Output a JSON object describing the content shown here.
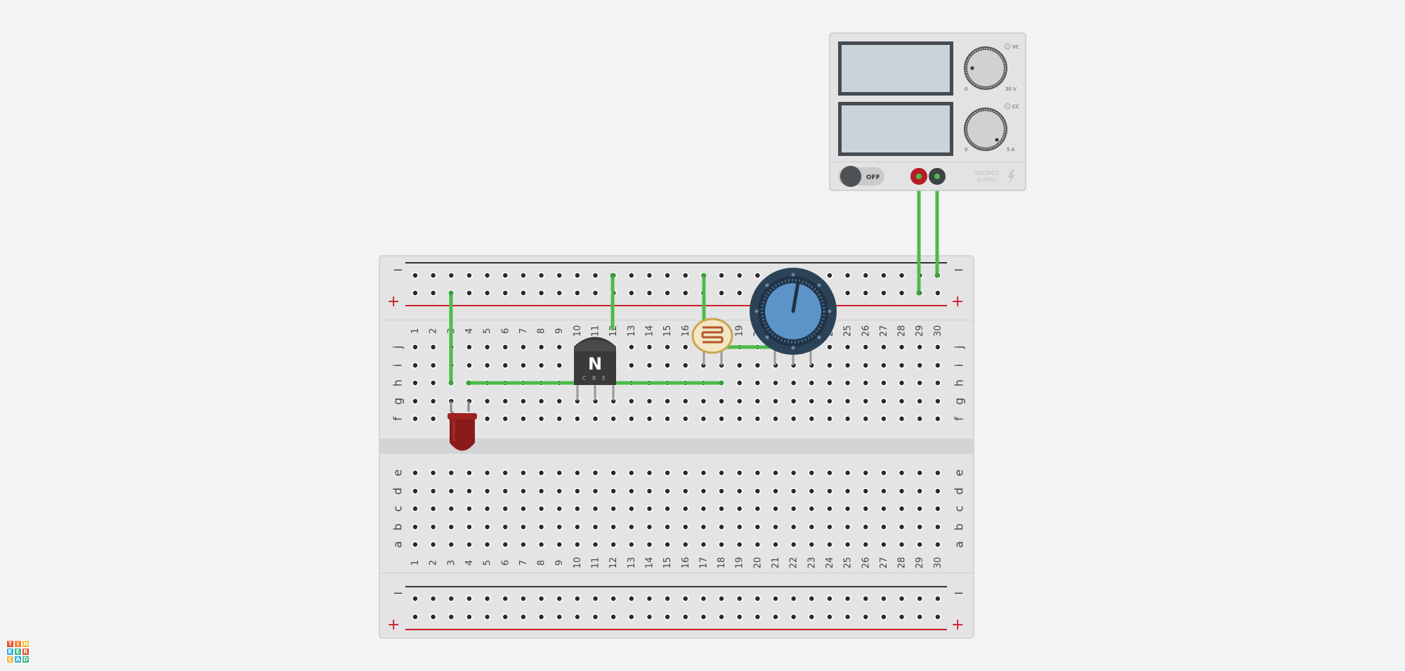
{
  "app": {
    "logo_letters": [
      "T",
      "I",
      "N",
      "K",
      "E",
      "R",
      "C",
      "A",
      "D"
    ],
    "logo_colors": [
      "#e8492e",
      "#f4802f",
      "#f6b637",
      "#2cabe2",
      "#35b57d",
      "#e8492e",
      "#f6b637",
      "#2cabe2",
      "#35b57d"
    ]
  },
  "breadboard": {
    "columns": [
      "1",
      "2",
      "3",
      "4",
      "5",
      "6",
      "7",
      "8",
      "9",
      "10",
      "11",
      "12",
      "13",
      "14",
      "15",
      "16",
      "17",
      "18",
      "19",
      "20",
      "21",
      "22",
      "23",
      "24",
      "25",
      "26",
      "27",
      "28",
      "29",
      "30"
    ],
    "top_rows": [
      "j",
      "i",
      "h",
      "g",
      "f"
    ],
    "bottom_rows": [
      "e",
      "d",
      "c",
      "b",
      "a"
    ],
    "rail_minus": "−",
    "rail_plus": "+"
  },
  "power_supply": {
    "voltage_indicator": "VC",
    "current_indicator": "CC",
    "voltage_min": "0",
    "voltage_max": "30 V",
    "current_min": "0",
    "current_max": "5 A",
    "switch_label": "OFF",
    "brand_line1": "VOLTAGE",
    "brand_line2": "SUPPLY"
  },
  "transistor": {
    "letter": "N",
    "pins": "C B E"
  },
  "colors": {
    "wire": "#4cbb4a",
    "rail_red": "#c8202a",
    "rail_black": "#333333",
    "led": "#8b1a1a",
    "pot": "#5c93c9"
  }
}
